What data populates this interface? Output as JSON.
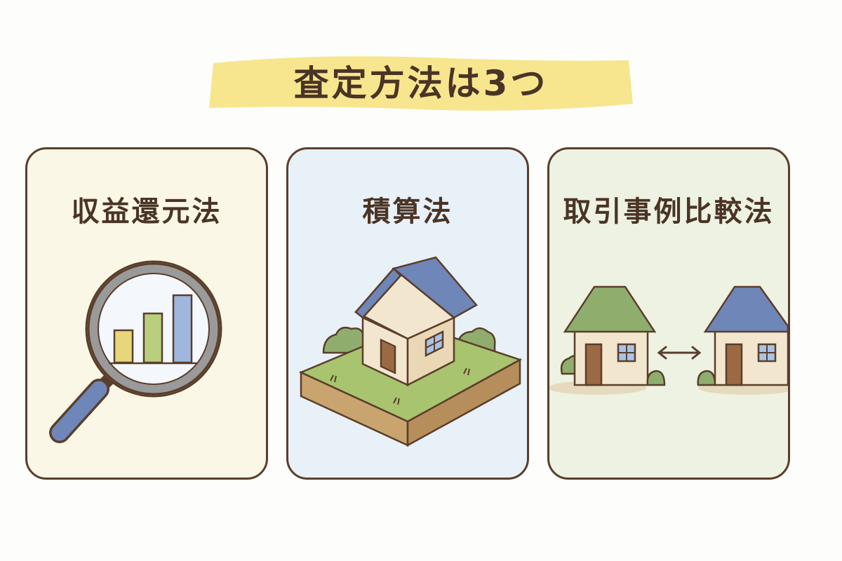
{
  "title": "査定方法は3つ",
  "methods": [
    {
      "label": "収益還元法",
      "icon": "magnifier-bar-chart-icon"
    },
    {
      "label": "積算法",
      "icon": "house-on-land-icon"
    },
    {
      "label": "取引事例比較法",
      "icon": "two-houses-compare-icon"
    }
  ],
  "colors": {
    "title_highlight": "#f6e27a",
    "outline": "#5a3e2b",
    "card_1_bg": "#fbf7e6",
    "card_2_bg": "#e8f1f7",
    "card_3_bg": "#eef2e2",
    "roof_blue": "#6f86b8",
    "roof_green": "#8fae6e",
    "grass": "#a8c46e",
    "bar_yellow": "#e8d77a",
    "bar_green": "#b9cf7e",
    "bar_blue": "#9fb7dc"
  }
}
